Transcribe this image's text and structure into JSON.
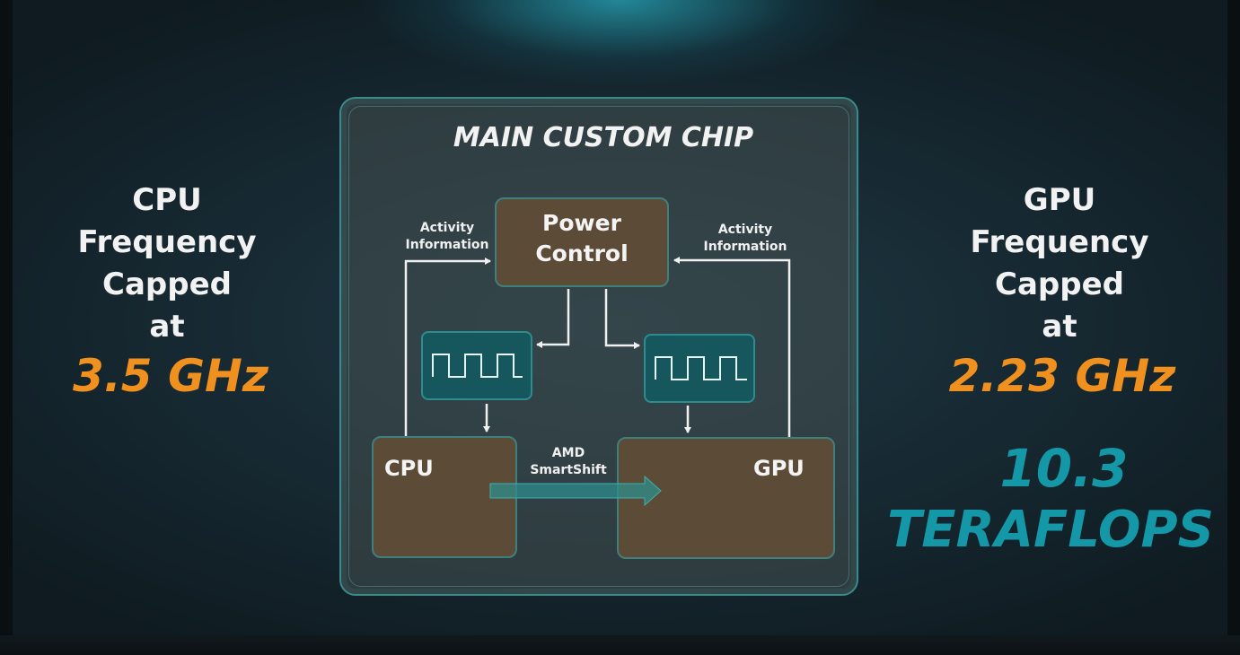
{
  "left_panel": {
    "lines": [
      "CPU",
      "Frequency",
      "Capped",
      "at"
    ],
    "frequency": "3.5 GHz"
  },
  "right_panel": {
    "lines": [
      "GPU",
      "Frequency",
      "Capped",
      "at"
    ],
    "frequency": "2.23 GHz",
    "performance_value": "10.3",
    "performance_unit": "TERAFLOPS"
  },
  "chip": {
    "title": "MAIN CUSTOM CHIP",
    "power_control": [
      "Power",
      "Control"
    ],
    "activity_left": [
      "Activity",
      "Information"
    ],
    "activity_right": [
      "Activity",
      "Information"
    ],
    "cpu_label": "CPU",
    "gpu_label": "GPU",
    "smartshift": [
      "AMD",
      "SmartShift"
    ]
  },
  "colors": {
    "frequency_orange": "#f0901e",
    "teraflops_teal": "#1497a6",
    "block_brown": "#5c4b37",
    "clock_teal": "#15575d"
  }
}
